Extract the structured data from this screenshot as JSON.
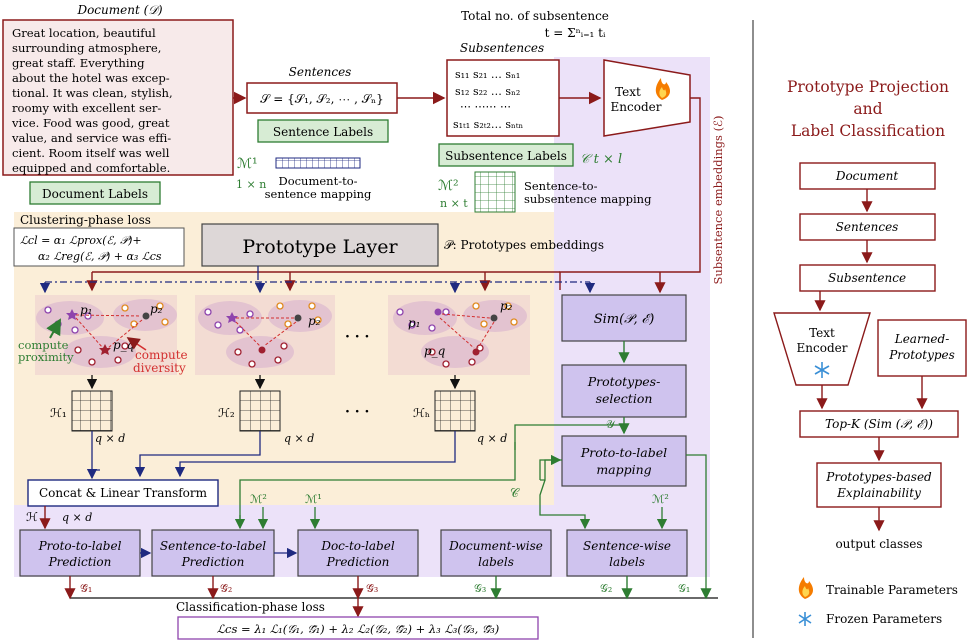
{
  "colors": {
    "dark_red": "#8b1a1a",
    "green": "#2e7d32",
    "navy": "#1f2a80",
    "purple_box": "#cfc3ee",
    "purple_region": "#ece2f9",
    "peach_region": "#fbeed8",
    "label_box": "#d7ecd4",
    "doc_fill": "#f7eaea"
  },
  "document": {
    "title": "Document (𝒟)",
    "lines": [
      "Great location, beautiful",
      "surrounding atmosphere,",
      "great staff. Everything",
      "about the hotel was excep-",
      "tional. It was clean, stylish,",
      "roomy with excellent ser-",
      "vice. Food was good, great",
      "value, and service was effi-",
      "cient. Room itself was well",
      "equipped and comfortable."
    ],
    "labels_button": "Document Labels"
  },
  "sentences": {
    "title": "Sentences",
    "formula": "𝒮 = {𝒮₁, 𝒮₂, ⋯ , 𝒮ₙ}",
    "labels_button": "Sentence Labels",
    "mapping_symbol": "ℳ¹",
    "mapping_dims": "1 × n",
    "mapping_caption": [
      "Document-to-",
      "sentence mapping"
    ]
  },
  "subsentences": {
    "count_title": "Total no. of subsentence",
    "count_formula": "t = Σⁿᵢ₌₁ tᵢ",
    "title": "Subsentences",
    "matrix_rows": [
      "s₁₁  s₂₁ …  sₙ₁",
      "s₁₂  s₂₂ …  sₙ₂",
      "⋯  ⋯⋯  ⋯",
      "s₁ₜ₁ s₂ₜ₂…  sₙₜₙ"
    ],
    "labels_button": "Subsentence Labels",
    "labels_symbol": "𝒞 t × l",
    "mapping_symbol": "ℳ²",
    "mapping_dims": "n × t",
    "mapping_caption": [
      "Sentence-to-",
      "subsentence mapping"
    ]
  },
  "encoder": {
    "label": [
      "Text",
      "Encoder"
    ],
    "trainable_icon": "fire-icon",
    "embeddings_label": "Subsentence embeddings (ℰ)"
  },
  "clustering": {
    "title": "Clustering-phase loss",
    "formula_line1": "ℒcl = α₁ ℒprox(ℰ, 𝒫)+",
    "formula_line2": "α₂ ℒreg(ℰ, 𝒫) + α₃ ℒcs",
    "prototype_layer": "Prototype Layer",
    "prototype_embeddings": "𝒫: Prototypes embeddings",
    "proto_labels": [
      "p₁",
      "p₂",
      "p_q"
    ],
    "compute_proximity": [
      "compute",
      "proximity"
    ],
    "compute_diversity": [
      "compute",
      "diversity"
    ],
    "dots": "· · ·",
    "heads": [
      "ℋ₁",
      "ℋ₂",
      "ℋₕ"
    ],
    "dims": "q × d"
  },
  "similarity": {
    "sim": "Sim(𝒫, ℰ)",
    "selection": [
      "Prototypes-",
      "selection"
    ],
    "y_symbol": "𝒴",
    "mapping": [
      "Proto-to-label",
      "mapping"
    ],
    "c_symbol": "𝒞"
  },
  "concat": {
    "label": "Concat & Linear Transform",
    "h_symbol": "ℋ",
    "dims": "q × d"
  },
  "predictions": {
    "proto": [
      "Proto-to-label",
      "Prediction"
    ],
    "sentence": [
      "Sentence-to-label",
      "Prediction"
    ],
    "doc": [
      "Doc-to-label",
      "Prediction"
    ],
    "doc_labels": [
      "Document-wise",
      "labels"
    ],
    "sent_labels": [
      "Sentence-wise",
      "labels"
    ],
    "m2": "ℳ²",
    "m1": "ℳ¹",
    "m2b": "ℳ²",
    "g_hat": [
      "𝒢̃₁",
      "𝒢̃₂",
      "𝒢̃₃"
    ],
    "g": [
      "𝒢₃",
      "𝒢₂",
      "𝒢₁"
    ]
  },
  "classification": {
    "title": "Classification-phase loss",
    "formula": "ℒcs = λ₁ ℒ₁(𝒢₁, 𝒢̃₁) + λ₂ ℒ₂(𝒢₂, 𝒢̃₂) + λ₃ ℒ₃(𝒢₃, 𝒢̃₃)"
  },
  "right_panel": {
    "title": [
      "Prototype Projection",
      "and",
      "Label Classification"
    ],
    "document": "Document",
    "sentences": "Sentences",
    "subsentence": "Subsentence",
    "encoder": [
      "Text",
      "Encoder"
    ],
    "frozen_icon": "snowflake-icon",
    "learned": [
      "Learned-",
      "Prototypes"
    ],
    "topk": "Top-K (Sim (𝒫, ℰ))",
    "explain": [
      "Prototypes-based",
      "Explainability"
    ],
    "output": "output classes",
    "legend_trainable": "Trainable Parameters",
    "legend_frozen": "Frozen Parameters"
  }
}
